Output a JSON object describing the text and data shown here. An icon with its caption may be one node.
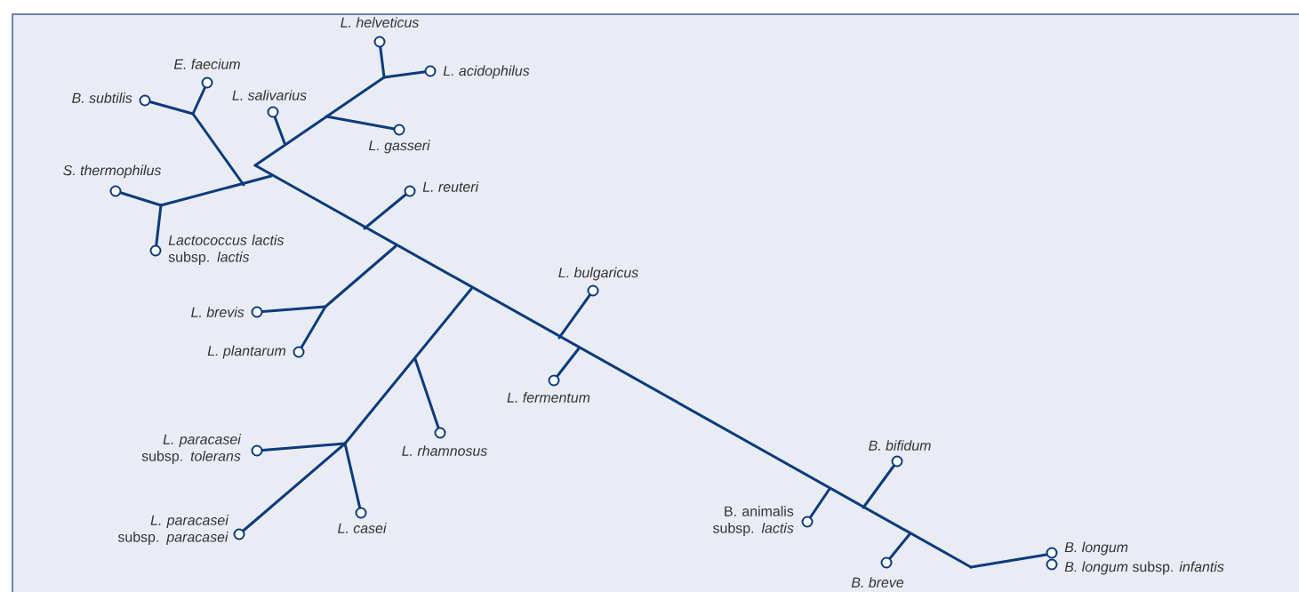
{
  "diagram": {
    "labels": [
      "L. helveticus",
      "E. faecium",
      "L. acidophilus",
      "B. subtilis",
      "L. salivarius",
      "L. gasseri",
      "S. thermophilus",
      "L. reuteri",
      "*Lactococcus lactis* subsp. *lactis*",
      "L. bulgaricus",
      "L. brevis",
      "L. plantarum",
      "L. fermentum",
      "*L. paracasei* subsp. *tolerans*",
      "L. rhamnosus",
      "B. bifidum",
      "B. animalis subsp. *lactis*",
      "L. casei",
      "*L. paracasei* subsp. *paracasei*",
      "B. longum",
      "*B. longum* subsp. *infantis*",
      "B. breve"
    ]
  }
}
